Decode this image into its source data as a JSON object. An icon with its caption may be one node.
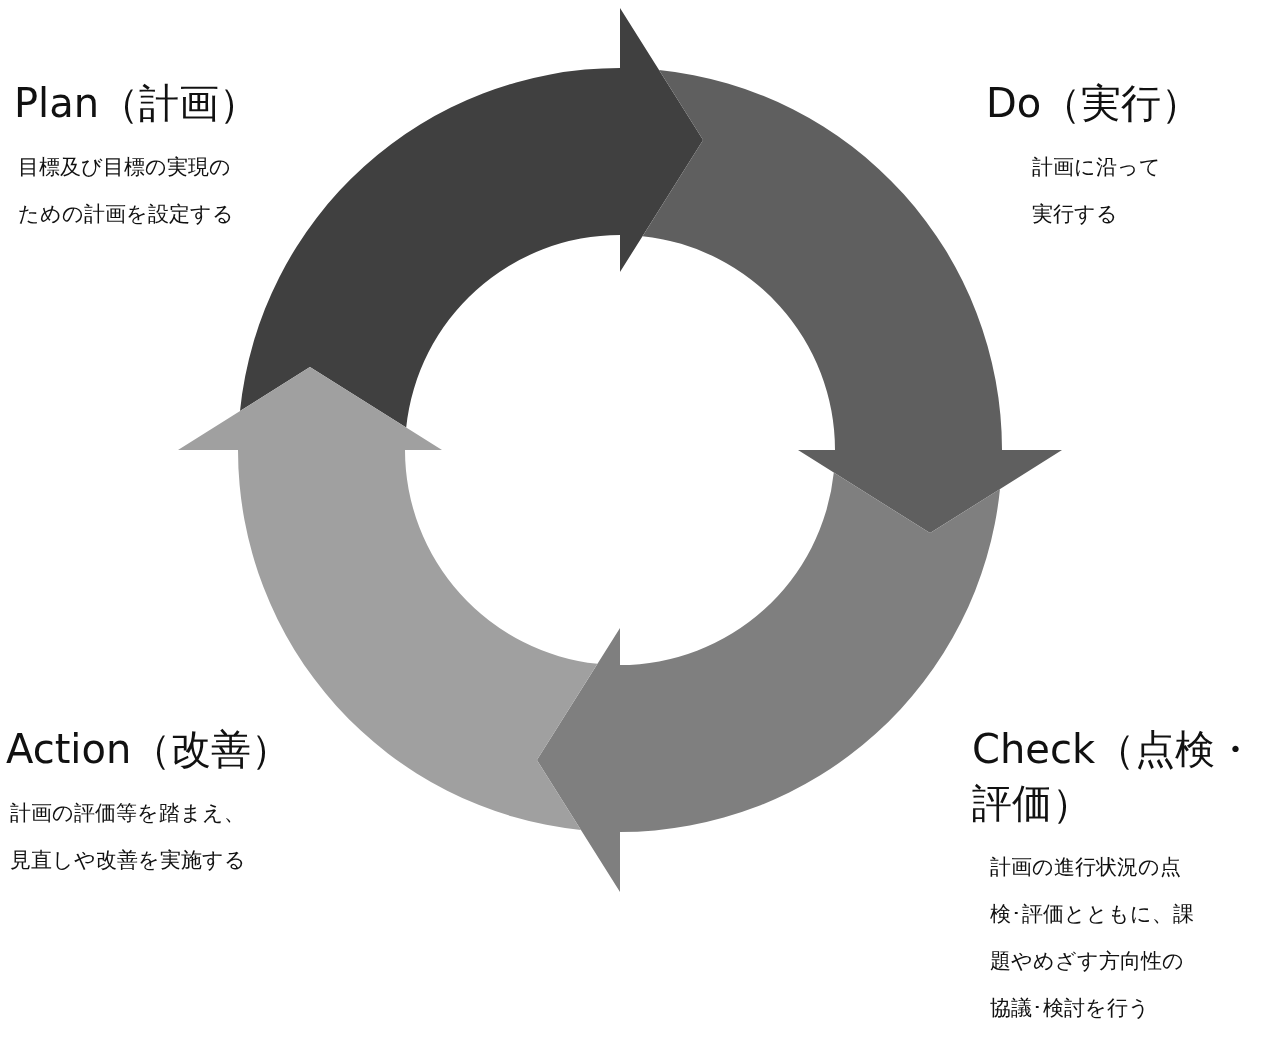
{
  "diagram": {
    "nodes": [
      {
        "text": [
          "Plan（計画）",
          "目標及び目標の実現のための計画を設定する"
        ]
      },
      {
        "text": [
          "Do（実行）",
          "計画に沿って実行する"
        ]
      },
      {
        "text": [
          "Check（点検・評価）",
          "計画の進行状況の点検･評価とともに、課題やめざす方向性の協議･検討を行う"
        ]
      },
      {
        "text": [
          "Action（改善）",
          "計画の評価等を踏まえ、見直しや改善を実施する"
        ]
      }
    ]
  }
}
